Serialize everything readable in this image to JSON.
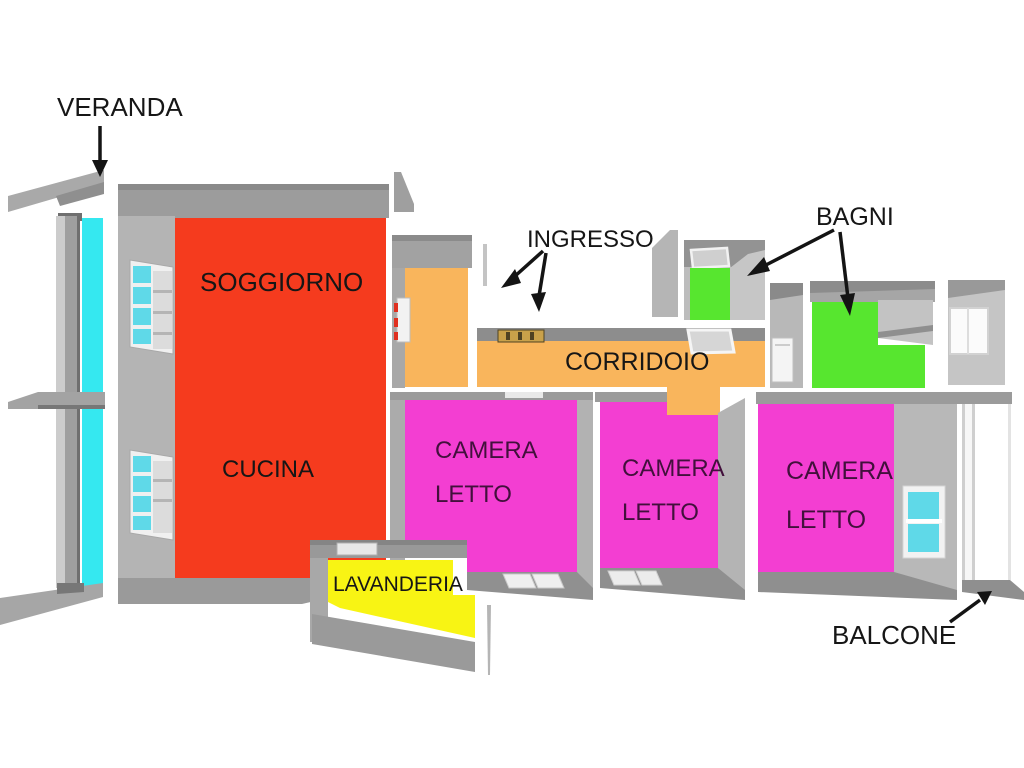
{
  "labels": {
    "veranda": "VERANDA",
    "soggiorno": "SOGGIORNO",
    "cucina": "CUCINA",
    "ingresso": "INGRESSO",
    "corridoio": "CORRIDOIO",
    "bagni": "BAGNI",
    "camera_letto_1": {
      "line1": "CAMERA",
      "line2": "LETTO"
    },
    "camera_letto_2": {
      "line1": "CAMERA",
      "line2": "LETTO"
    },
    "camera_letto_3": {
      "line1": "CAMERA",
      "line2": "LETTO"
    },
    "lavanderia": "LAVANDERIA",
    "balcone": "BALCONE"
  },
  "palette": {
    "veranda_cyan": "#35E8F0",
    "soggiorno_cucina_red": "#F53B1E",
    "ingresso_corridoio_orange": "#F9B55C",
    "bagni_green": "#57E62F",
    "camera_magenta": "#F33ED2",
    "lavanderia_yellow": "#F8F414",
    "window_pane_cyan": "#5FD9E8",
    "wall_gray": "#ABABAB",
    "wall_light_gray": "#C3C3C3",
    "wall_dark_gray": "#8F8F8F",
    "floor_shadow_gray": "#909090",
    "label_black": "#161616"
  }
}
